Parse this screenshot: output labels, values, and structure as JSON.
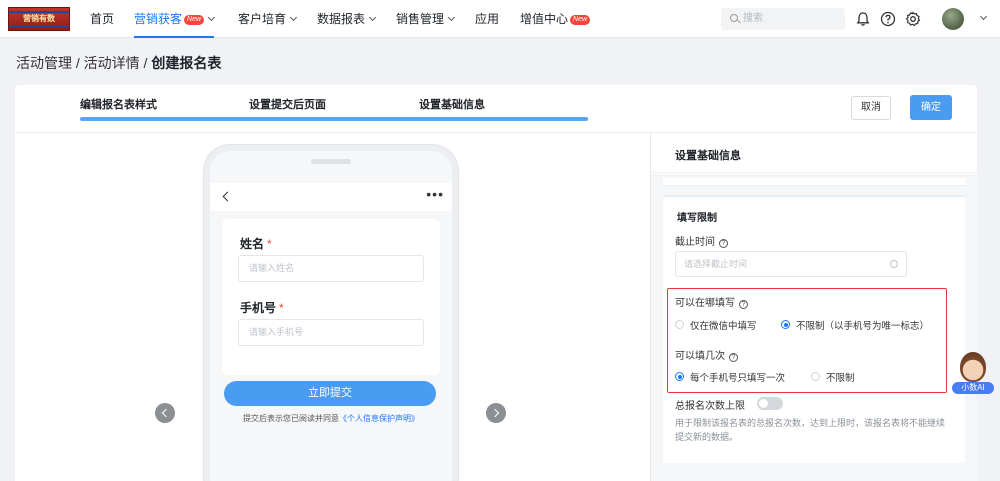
{
  "logo": {
    "text": "营销有数"
  },
  "nav": {
    "home": "首页",
    "marketing": "营销获客",
    "marketing_badge": "New",
    "customer": "客户培育",
    "data": "数据报表",
    "sales": "销售管理",
    "apps": "应用",
    "value": "增值中心",
    "value_badge": "New"
  },
  "search": {
    "placeholder": "搜索"
  },
  "breadcrumb": {
    "part1": "活动管理",
    "sep": " / ",
    "part2": "活动详情",
    "current": "创建报名表"
  },
  "steps": {
    "items": [
      "编辑报名表样式",
      "设置提交后页面",
      "设置基础信息"
    ],
    "progress": 1.0
  },
  "actions": {
    "cancel": "取消",
    "ok": "确定"
  },
  "preview": {
    "field1_label": "姓名",
    "field1_required": "*",
    "field1_placeholder": "请输入姓名",
    "field2_label": "手机号",
    "field2_required": "*",
    "field2_placeholder": "请输入手机号",
    "submit": "立即提交",
    "agree_prefix": "提交后表示您已阅读并同意",
    "agree_link": "《个人信息保护声明》"
  },
  "panel": {
    "title": "设置基础信息",
    "section_title": "填写限制",
    "deadline_label": "截止时间",
    "deadline_placeholder": "请选择截止时间",
    "where_label": "可以在哪填写",
    "where_options": [
      "仅在微信中填写",
      "不限制（以手机号为唯一标志）"
    ],
    "where_selected": 1,
    "times_label": "可以填几次",
    "times_options": [
      "每个手机号只填写一次",
      "不限制"
    ],
    "times_selected": 0,
    "limit_label": "总报名次数上限",
    "limit_on": false,
    "hint": "用于限制该报名表的总报名次数，达到上限时，该报名表将不能继续提交新的数据。"
  },
  "assistant": {
    "label": "小数AI"
  }
}
